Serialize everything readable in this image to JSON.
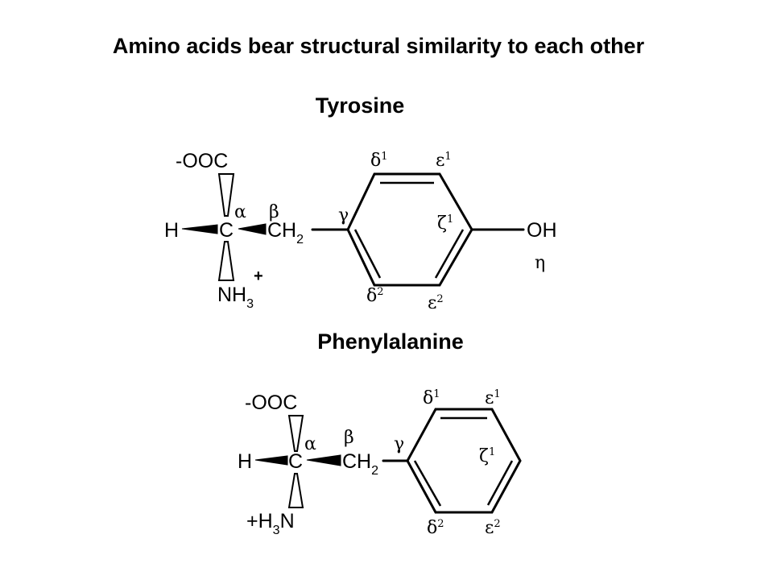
{
  "slide_title": "Amino acids bear structural similarity to each other",
  "tyrosine": {
    "name": "Tyrosine",
    "carboxylate": "-OOC",
    "hydrogen": "H",
    "carbon": "C",
    "methylene": "CH",
    "methylene_sub": "2",
    "amine": "NH",
    "amine_sub": "3",
    "charge": "+",
    "hydroxyl": "OH",
    "labels": {
      "alpha": "α",
      "beta": "β",
      "gamma": "γ",
      "delta1": "δ",
      "delta1_n": "1",
      "epsilon1": "ε",
      "epsilon1_n": "1",
      "zeta1": "ζ",
      "zeta1_n": "1",
      "delta2": "δ",
      "delta2_n": "2",
      "epsilon2": "ε",
      "epsilon2_n": "2",
      "eta": "η"
    }
  },
  "phenylalanine": {
    "name": "Phenylalanine",
    "carboxylate": "-OOC",
    "hydrogen": "H",
    "carbon": "C",
    "methylene": "CH",
    "methylene_sub": "2",
    "amine_pre": "+H",
    "amine_sub": "3",
    "amine_post": "N",
    "labels": {
      "alpha": "α",
      "beta": "β",
      "gamma": "γ",
      "delta1": "δ",
      "delta1_n": "1",
      "epsilon1": "ε",
      "epsilon1_n": "1",
      "zeta1": "ζ",
      "zeta1_n": "1",
      "delta2": "δ",
      "delta2_n": "2",
      "epsilon2": "ε",
      "epsilon2_n": "2"
    }
  }
}
